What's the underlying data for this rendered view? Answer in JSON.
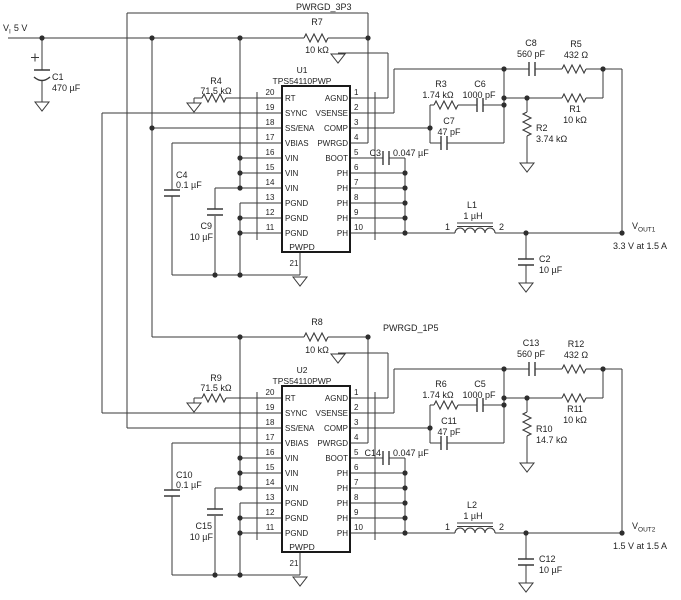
{
  "power_input": {
    "v": "V",
    "v_sub": "I",
    "value": "5 V"
  },
  "nets": {
    "pwrgd_3p3": "PWRGD_3P3",
    "pwrgd_1p5": "PWRGD_1P5"
  },
  "outputs": {
    "vout1": {
      "v": "V",
      "sub": "OUT1",
      "rating": "3.3 V at 1.5 A"
    },
    "vout2": {
      "v": "V",
      "sub": "OUT2",
      "rating": "1.5 V at 1.5 A"
    }
  },
  "ics": {
    "u1": {
      "ref": "U1",
      "part": "TPS54110PWP",
      "pad_name": "PWPD",
      "pad_pin": "21",
      "left_pins": [
        {
          "num": "20",
          "name": "RT"
        },
        {
          "num": "19",
          "name": "SYNC"
        },
        {
          "num": "18",
          "name": "SS/ENA"
        },
        {
          "num": "17",
          "name": "VBIAS"
        },
        {
          "num": "16",
          "name": "VIN"
        },
        {
          "num": "15",
          "name": "VIN"
        },
        {
          "num": "14",
          "name": "VIN"
        },
        {
          "num": "13",
          "name": "PGND"
        },
        {
          "num": "12",
          "name": "PGND"
        },
        {
          "num": "11",
          "name": "PGND"
        }
      ],
      "right_pins": [
        {
          "num": "1",
          "name": "AGND"
        },
        {
          "num": "2",
          "name": "VSENSE"
        },
        {
          "num": "3",
          "name": "COMP"
        },
        {
          "num": "4",
          "name": "PWRGD"
        },
        {
          "num": "5",
          "name": "BOOT"
        },
        {
          "num": "6",
          "name": "PH"
        },
        {
          "num": "7",
          "name": "PH"
        },
        {
          "num": "8",
          "name": "PH"
        },
        {
          "num": "9",
          "name": "PH"
        },
        {
          "num": "10",
          "name": "PH"
        }
      ]
    },
    "u2": {
      "ref": "U2",
      "part": "TPS54110PWP",
      "pad_name": "PWPD",
      "pad_pin": "21",
      "left_pins": [
        {
          "num": "20",
          "name": "RT"
        },
        {
          "num": "19",
          "name": "SYNC"
        },
        {
          "num": "18",
          "name": "SS/ENA"
        },
        {
          "num": "17",
          "name": "VBIAS"
        },
        {
          "num": "16",
          "name": "VIN"
        },
        {
          "num": "15",
          "name": "VIN"
        },
        {
          "num": "14",
          "name": "VIN"
        },
        {
          "num": "13",
          "name": "PGND"
        },
        {
          "num": "12",
          "name": "PGND"
        },
        {
          "num": "11",
          "name": "PGND"
        }
      ],
      "right_pins": [
        {
          "num": "1",
          "name": "AGND"
        },
        {
          "num": "2",
          "name": "VSENSE"
        },
        {
          "num": "3",
          "name": "COMP"
        },
        {
          "num": "4",
          "name": "PWRGD"
        },
        {
          "num": "5",
          "name": "BOOT"
        },
        {
          "num": "6",
          "name": "PH"
        },
        {
          "num": "7",
          "name": "PH"
        },
        {
          "num": "8",
          "name": "PH"
        },
        {
          "num": "9",
          "name": "PH"
        },
        {
          "num": "10",
          "name": "PH"
        }
      ]
    }
  },
  "inductors": {
    "l1": {
      "ref": "L1",
      "value": "1 µH",
      "t1": "1",
      "t2": "2"
    },
    "l2": {
      "ref": "L2",
      "value": "1 µH",
      "t1": "1",
      "t2": "2"
    }
  },
  "components": {
    "c1": {
      "ref": "C1",
      "value": "470 µF"
    },
    "c2": {
      "ref": "C2",
      "value": "10 µF"
    },
    "c3": {
      "ref": "C3",
      "value": "0.047 µF"
    },
    "c4": {
      "ref": "C4",
      "value": "0.1 µF"
    },
    "c5": {
      "ref": "C5",
      "value": "1000 pF"
    },
    "c6": {
      "ref": "C6",
      "value": "1000 pF"
    },
    "c7": {
      "ref": "C7",
      "value": "47 pF"
    },
    "c8": {
      "ref": "C8",
      "value": "560 pF"
    },
    "c9": {
      "ref": "C9",
      "value": "10 µF"
    },
    "c10": {
      "ref": "C10",
      "value": "0.1 µF"
    },
    "c11": {
      "ref": "C11",
      "value": "47 pF"
    },
    "c12": {
      "ref": "C12",
      "value": "10 µF"
    },
    "c13": {
      "ref": "C13",
      "value": "560 pF"
    },
    "c14": {
      "ref": "C14",
      "value": "0.047 µF"
    },
    "c15": {
      "ref": "C15",
      "value": "10 µF"
    },
    "r1": {
      "ref": "R1",
      "value": "10 kΩ"
    },
    "r2": {
      "ref": "R2",
      "value": "3.74 kΩ"
    },
    "r3": {
      "ref": "R3",
      "value": "1.74 kΩ"
    },
    "r4": {
      "ref": "R4",
      "value": "71.5 kΩ"
    },
    "r5": {
      "ref": "R5",
      "value": "432 Ω"
    },
    "r6": {
      "ref": "R6",
      "value": "1.74 kΩ"
    },
    "r7": {
      "ref": "R7",
      "value": "10 kΩ"
    },
    "r8": {
      "ref": "R8",
      "value": "10 kΩ"
    },
    "r9": {
      "ref": "R9",
      "value": "71.5 kΩ"
    },
    "r10": {
      "ref": "R10",
      "value": "14.7 kΩ"
    },
    "r11": {
      "ref": "R11",
      "value": "10 kΩ"
    },
    "r12": {
      "ref": "R12",
      "value": "432 Ω"
    }
  }
}
